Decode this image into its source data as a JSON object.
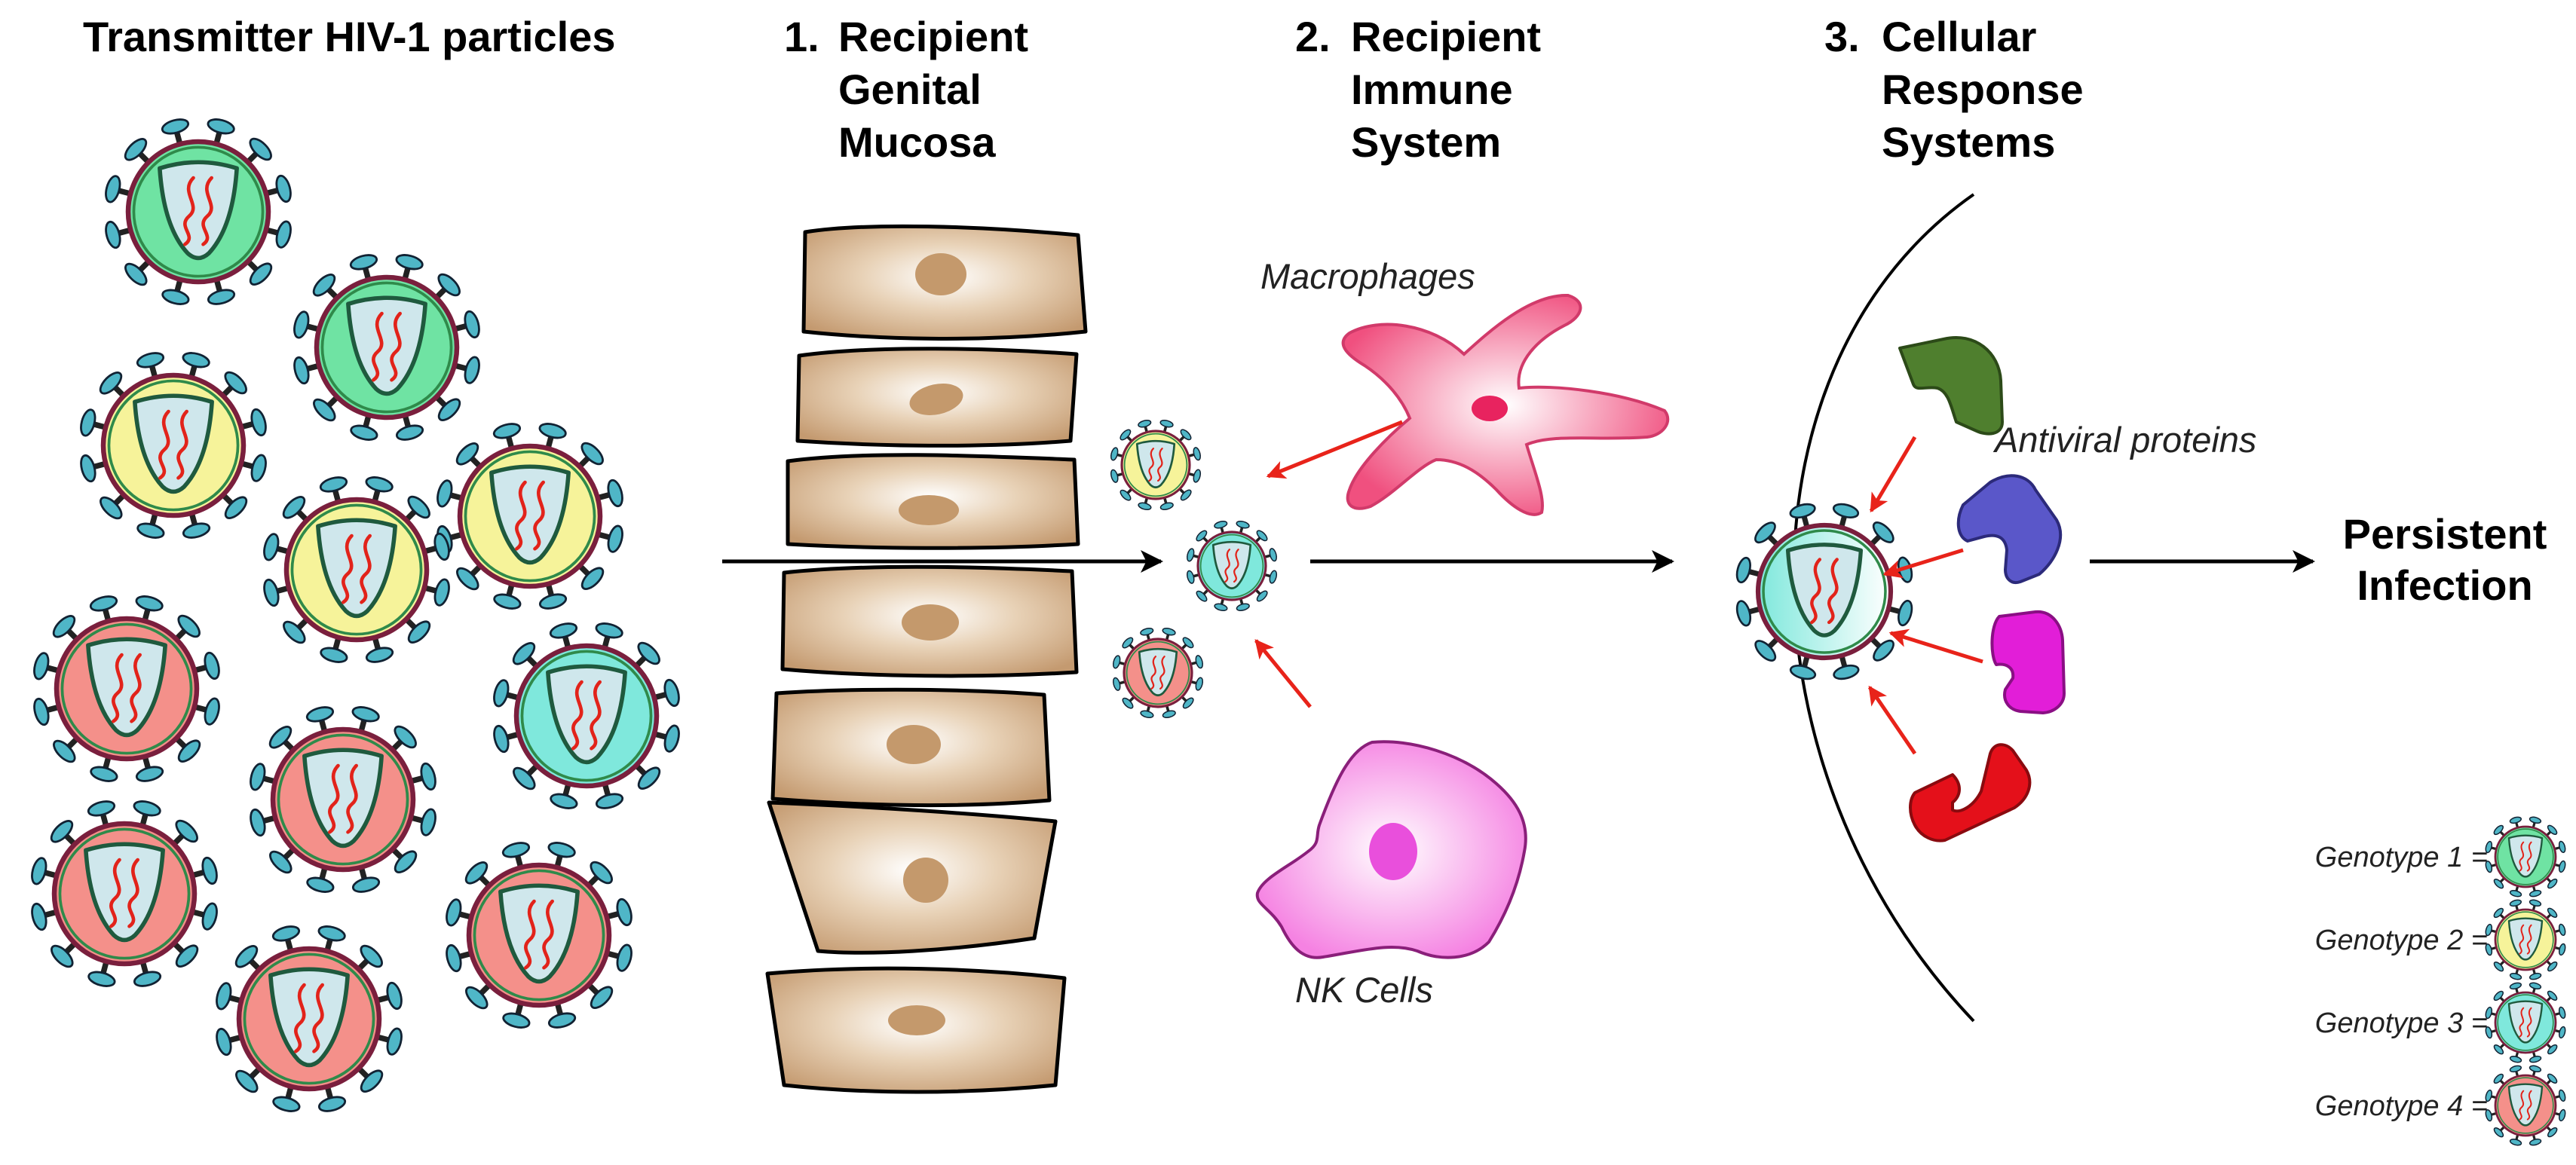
{
  "headers": {
    "transmitter": "Transmitter HIV-1 particles",
    "step1_num": "1.",
    "step1_lines": [
      "Recipient",
      "Genital",
      "Mucosa"
    ],
    "step2_num": "2.",
    "step2_lines": [
      "Recipient",
      "Immune",
      "System"
    ],
    "step3_num": "3.",
    "step3_lines": [
      "Cellular",
      "Response",
      "Systems"
    ]
  },
  "labels": {
    "macrophages": "Macrophages",
    "nk_cells": "NK Cells",
    "antiviral_proteins": "Antiviral proteins",
    "persistent_line1": "Persistent",
    "persistent_line2": "Infection"
  },
  "legend": [
    {
      "label": "Genotype 1 =",
      "genotype": 1
    },
    {
      "label": "Genotype 2 =",
      "genotype": 2
    },
    {
      "label": "Genotype 3 =",
      "genotype": 3
    },
    {
      "label": "Genotype 4 =",
      "genotype": 4
    }
  ],
  "colors": {
    "genotype_1": "#6fe3a3",
    "genotype_2": "#f6f39a",
    "genotype_3": "#7fe8dc",
    "genotype_4": "#f4908a",
    "capsid": "#cfe7ec",
    "capsid_outline": "#1f5a3e",
    "rna": "#e2231a",
    "envelope": "#7a1f3d",
    "spike": "#4fb6c7",
    "epithelial": "#c8a27a",
    "macrophage": "#f0507f",
    "nk_cell": "#f582e2",
    "arrow_red": "#e8231a",
    "protein_1": "#4f7f2e",
    "protein_2": "#5a57c9",
    "protein_3": "#e21ed8",
    "protein_4": "#e4101a"
  }
}
